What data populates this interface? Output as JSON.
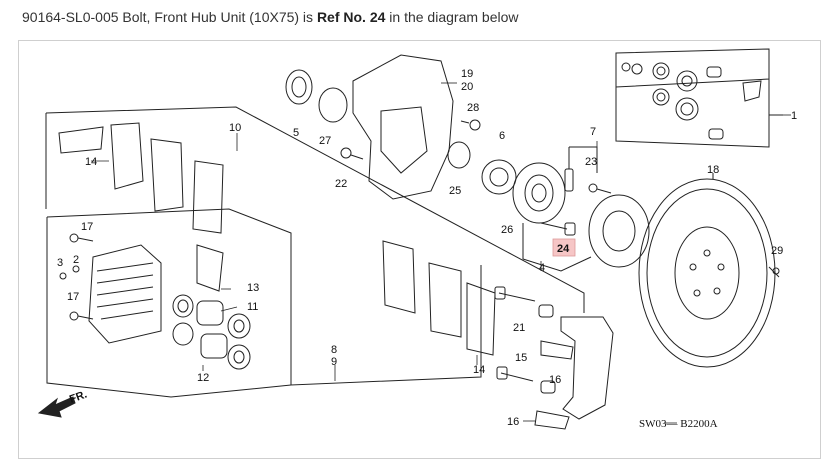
{
  "caption": {
    "part": "90164-SL0-005 Bolt, Front Hub Unit (10X75) is",
    "ref": "Ref No. 24",
    "tail": "in the diagram below"
  },
  "diagram": {
    "code": "SW03— B2200A",
    "direction": "FR.",
    "highlight_color": "#f6c6c6",
    "labels": {
      "l1": "1",
      "l2": "2",
      "l3": "3",
      "l4": "4",
      "l5": "5",
      "l6": "6",
      "l7": "7",
      "l8": "8",
      "l9": "9",
      "l10": "10",
      "l11": "11",
      "l12": "12",
      "l13": "13",
      "l14a": "14",
      "l14b": "14",
      "l15": "15",
      "l16a": "16",
      "l16b": "16",
      "l17a": "17",
      "l17b": "17",
      "l18": "18",
      "l19": "19",
      "l20": "20",
      "l21": "21",
      "l22": "22",
      "l23": "23",
      "l24": "24",
      "l25": "25",
      "l26": "26",
      "l27": "27",
      "l28": "28",
      "l29": "29"
    }
  }
}
